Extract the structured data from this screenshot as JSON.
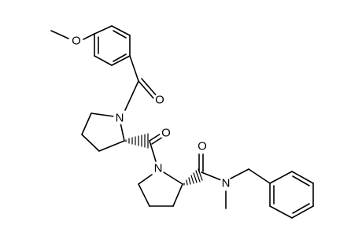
{
  "molecule": {
    "atom_labels": {
      "methoxy_oxygen": "O",
      "ketone_oxygen_aroyl": "O",
      "ketone_oxygen_prolyl": "O",
      "amide_oxygen": "O",
      "pyrrolidine_nitrogen_1": "N",
      "pyrrolidine_nitrogen_2": "N",
      "amide_nitrogen": "N"
    }
  },
  "colors": {
    "ink": "#000000",
    "background": "#ffffff"
  }
}
